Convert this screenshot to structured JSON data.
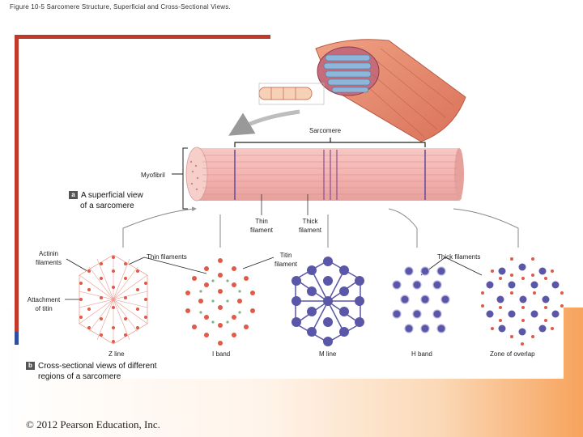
{
  "figure_title": "Figure 10-5 Sarcomere Structure, Superficial and Cross-Sectional Views.",
  "labels": {
    "sarcomere": "Sarcomere",
    "myofibril": "Myofibril",
    "thin_filament_top": [
      "Thin",
      "filament"
    ],
    "thick_filament_top": [
      "Thick",
      "filament"
    ],
    "actinin_filaments": [
      "Actinin",
      "filaments"
    ],
    "thin_filaments": "Thin filaments",
    "titin_filament": [
      "Titin",
      "filament"
    ],
    "thick_filaments": "Thick filaments",
    "attachment_of_titin": [
      "Attachment",
      "of titin"
    ],
    "z_line": "Z line",
    "i_band": "I band",
    "m_line": "M line",
    "h_band": "H band",
    "zone_of_overlap": "Zone of overlap"
  },
  "captions": {
    "a_badge": "a",
    "a_text": [
      "A superficial view",
      "of a sarcomere"
    ],
    "b_badge": "b",
    "b_text": [
      "Cross-sectional views of different",
      "regions of a sarcomere"
    ]
  },
  "copyright": "© 2012 Pearson Education, Inc.",
  "colors": {
    "red_dot": "#e05a48",
    "green_dot": "#7fb38a",
    "purple_dot": "#5a56a8",
    "frame": "#c0392b",
    "myofibril": "#f2b8b4",
    "muscle": "#e9876a"
  }
}
